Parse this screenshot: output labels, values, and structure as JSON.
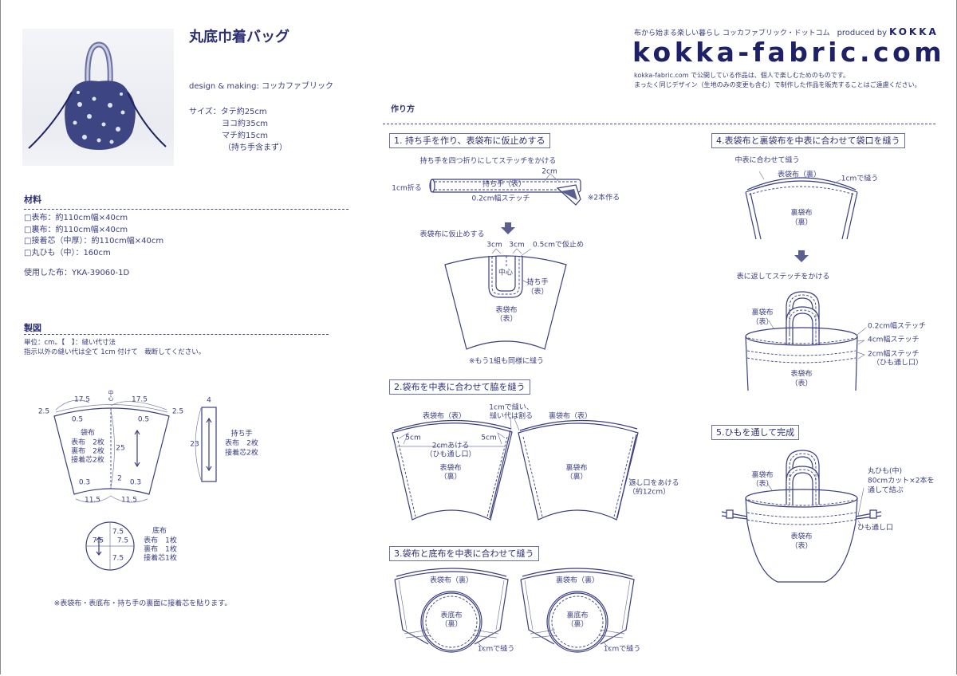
{
  "title": "丸底巾着バッグ",
  "credit": "design & making: コッカファブリック",
  "size": {
    "label": "サイズ：タテ約25cm",
    "lines": [
      "ヨコ約35cm",
      "マチ約15cm",
      "（持ち手含まず）"
    ]
  },
  "header": {
    "tagline": "布から始まる楽しい暮らし コッカファブリック・ドットコム",
    "produced_by": "produced by",
    "brand": "KOKKA",
    "logo": "kokka-fabric.com",
    "notice": [
      "kokka-fabric.com で公開している作品は、個人で楽しむためのものです。",
      "まったく同じデザイン（生地のみの変更も含む）で制作した作品を販売することはご遠慮ください。"
    ]
  },
  "materials": {
    "heading": "材料",
    "items": [
      "□表布：約110cm幅×40cm",
      "□裏布：約110cm幅×40cm",
      "□接着芯（中厚）：約110cm幅×40cm",
      "□丸ひも（中）：160cm"
    ],
    "fabric_used": "使用した布：YKA-39060-1D"
  },
  "pattern": {
    "heading": "製図",
    "unit_note": "単位：cm。【　】：縫い代寸法",
    "allowance_note": "指示以外の縫い代は全て 1cm 付けて　裁断してください。",
    "bag_piece": {
      "top_left": "17.5",
      "center": "中心",
      "top_right": "17.5",
      "edge_left": "2.5",
      "edge_right": "2.5",
      "dip_left": "0.5",
      "dip_right": "0.5",
      "name": "袋布",
      "cut": [
        "表布　2枚",
        "裏布　2枚",
        "接着芯2枚"
      ],
      "height": "25",
      "bottom_dip_left": "0.3",
      "bottom_center": "2",
      "bottom_dip_right": "0.3",
      "bottom_left": "11.5",
      "bottom_right": "11.5"
    },
    "handle": {
      "width": "4",
      "length": "23",
      "name": "持ち手",
      "cut": [
        "表布　2枚",
        "接着芯2枚"
      ]
    },
    "bottom": {
      "r_top": "7.5",
      "r_left": "7.5",
      "r_right": "7.5",
      "r_bottom": "7.5",
      "name": "底布",
      "cut": [
        "表布　1枚",
        "裏布　1枚",
        "接着芯1枚"
      ]
    },
    "footnote": "※表袋布・表底布・持ち手の裏面に接着芯を貼ります。"
  },
  "howto": {
    "heading": "作り方",
    "step1": {
      "title": "1. 持ち手を作り、表袋布に仮止めする",
      "fold_note": "持ち手を四つ折りにしてステッチをかける",
      "w2cm": "2cm",
      "fold1cm": "1cm折る",
      "strap": "持ち手（表）",
      "stitch": "0.2cm幅ステッチ",
      "make2": "※2本作る",
      "baste_note": "表袋布に仮止めする",
      "d3a": "3cm",
      "d3b": "3cm",
      "baste05": "0.5cmで仮止め",
      "center": "中心",
      "handle": [
        "持ち手",
        "（表）"
      ],
      "piece": [
        "表袋布",
        "（表）"
      ],
      "repeat": "※もう1組も同様に縫う"
    },
    "step2": {
      "title": "2.袋布を中表に合わせて脇を縫う",
      "outer": "表袋布（表）",
      "seam": [
        "1cmで縫い、",
        "縫い代は割る"
      ],
      "lining": "裏袋布（表）",
      "c5a": "5cm",
      "c5b": "5cm",
      "opening": [
        "2cmあける",
        "（ひも通し口）"
      ],
      "outer_wrong": [
        "表袋布",
        "（裏）"
      ],
      "lining_wrong": [
        "裏袋布",
        "（裏）"
      ],
      "return": [
        "返し口をあける",
        "（約12cm）"
      ]
    },
    "step3": {
      "title": "3.袋布と底布を中表に合わせて縫う",
      "outer_bag": "表袋布（裏）",
      "outer_bottom": [
        "表底布",
        "（裏）"
      ],
      "sew1": "1cmで縫う",
      "lining_bag": "裏袋布（裏）",
      "lining_bottom": [
        "裏底布",
        "（裏）"
      ],
      "sew2": "1cmで縫う"
    },
    "step4": {
      "title": "4.表袋布と裏袋布を中表に合わせて袋口を縫う",
      "note": "中表に合わせて縫う",
      "outer": "表袋布（裏）",
      "sew": "1cmで縫う",
      "lining": [
        "裏袋布",
        "（裏）"
      ],
      "turn_note": "表に返してステッチをかける",
      "lining_right": [
        "裏袋布",
        "（表）"
      ],
      "stitch02": "0.2cm幅ステッチ",
      "stitch4": "4cm幅ステッチ",
      "stitch2": [
        "2cm幅ステッチ",
        "（ひも通し口）"
      ],
      "outer_right": [
        "表袋布",
        "（表）"
      ]
    },
    "step5": {
      "title": "5.ひもを通して完成",
      "lining_right": [
        "裏袋布",
        "（表）"
      ],
      "cord": [
        "丸ひも(中)",
        "80cmカット×2本を",
        "通して結ぶ"
      ],
      "opening": "ひも通し口",
      "outer_right": [
        "表袋布",
        "（表）"
      ]
    }
  }
}
